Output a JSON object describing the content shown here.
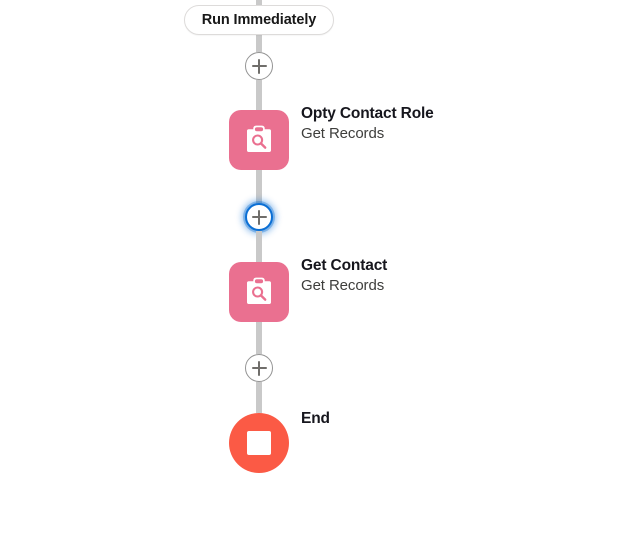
{
  "canvas": {
    "background_color": "#ffffff",
    "connector_color": "#c9c9c9"
  },
  "start": {
    "label": "Run Immediately",
    "border_color": "#dddbda"
  },
  "connectors": [
    {
      "name": "start-to-node-1"
    },
    {
      "name": "node-1-to-node-2"
    },
    {
      "name": "node-2-to-end"
    }
  ],
  "add_buttons": [
    {
      "name": "add-element-after-start",
      "tooltip": "Add Element",
      "focused": false
    },
    {
      "name": "add-element-between-nodes",
      "tooltip": "Add Element",
      "focused": true,
      "focus_color": "#0b6fd4"
    },
    {
      "name": "add-element-before-end",
      "tooltip": "Add Element",
      "focused": false
    }
  ],
  "nodes": [
    {
      "title": "Opty Contact Role",
      "subtitle": "Get Records",
      "icon": "clipboard-search-icon",
      "color": "#ea7090"
    },
    {
      "title": "Get Contact",
      "subtitle": "Get Records",
      "icon": "clipboard-search-icon",
      "color": "#ea7090"
    }
  ],
  "end": {
    "label": "End",
    "icon": "stop-square-icon",
    "color": "#fb5a45"
  }
}
